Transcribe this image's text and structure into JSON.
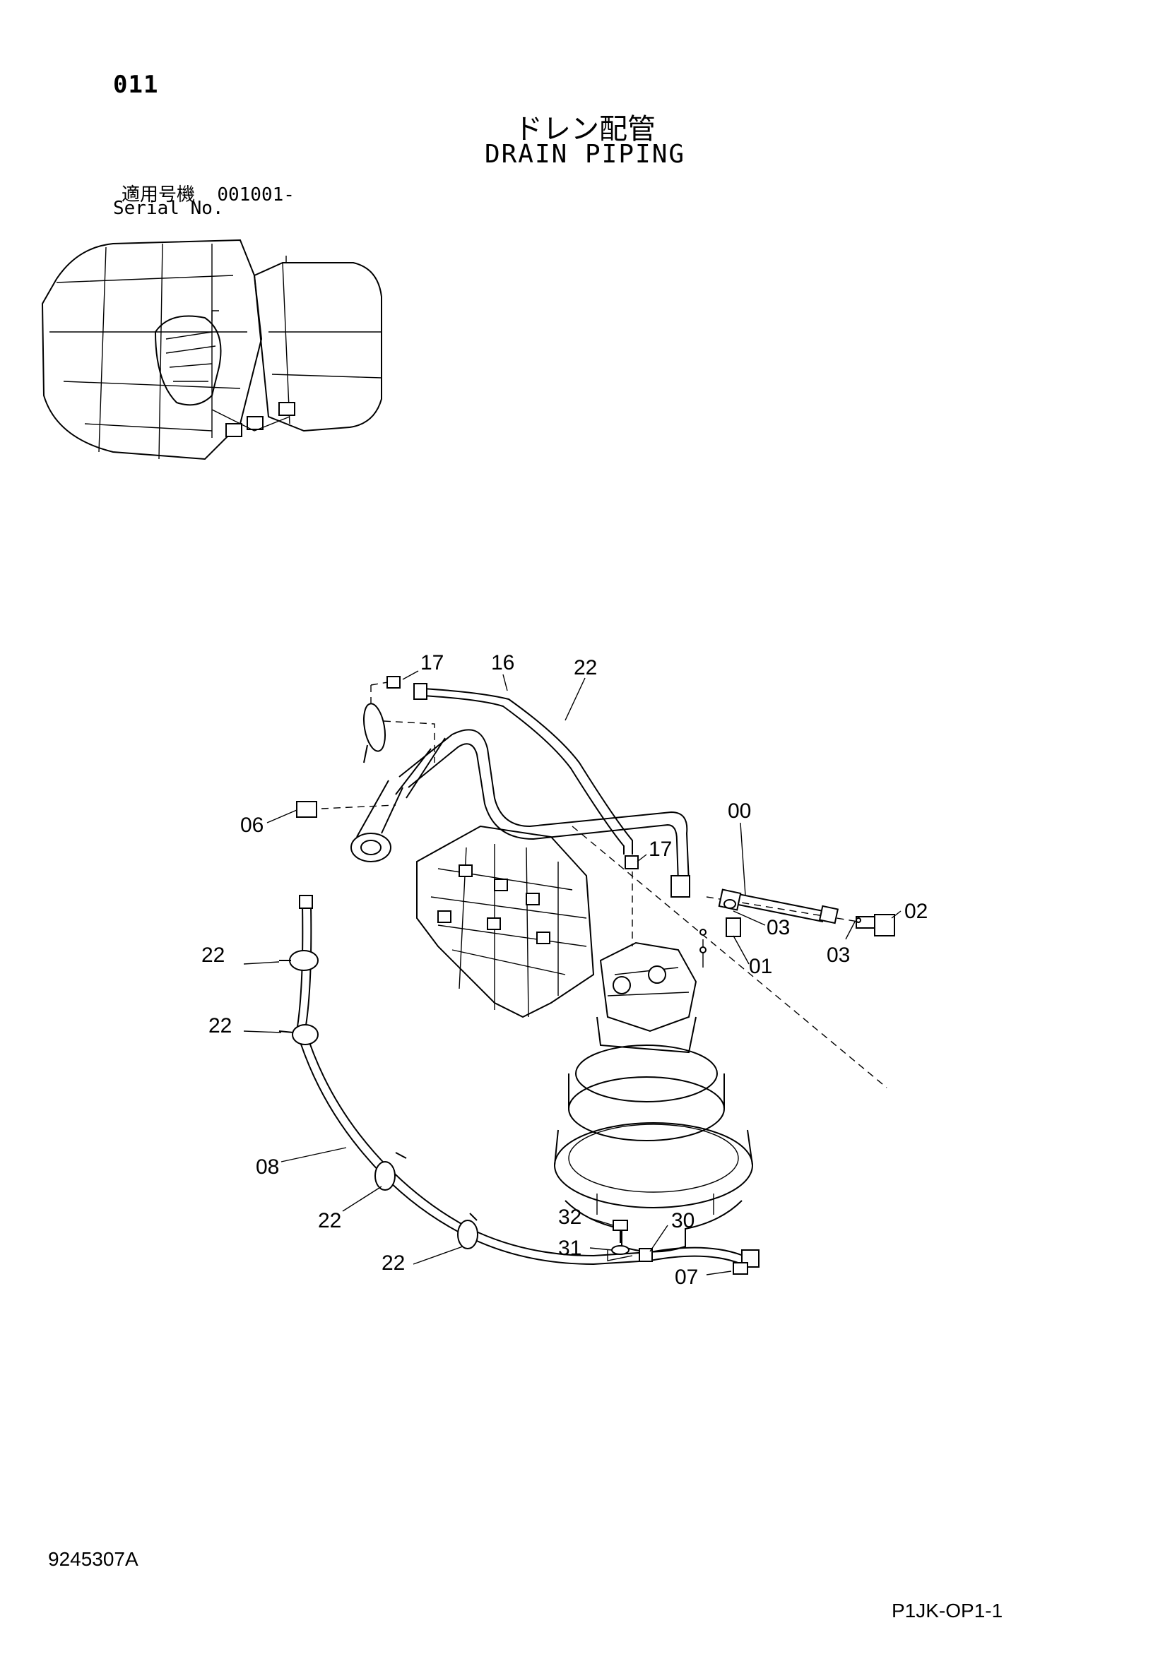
{
  "header": {
    "page_number": "011",
    "title_jp": "ドレン配管",
    "title_en": "DRAIN PIPING",
    "serial_label_jp": "適用号機",
    "serial_value": "001001-",
    "serial_label_en": "Serial No."
  },
  "callouts": [
    {
      "id": "c-17a",
      "label": "17"
    },
    {
      "id": "c-16",
      "label": "16"
    },
    {
      "id": "c-22a",
      "label": "22"
    },
    {
      "id": "c-06",
      "label": "06"
    },
    {
      "id": "c-00",
      "label": "00"
    },
    {
      "id": "c-17b",
      "label": "17"
    },
    {
      "id": "c-02",
      "label": "02"
    },
    {
      "id": "c-03a",
      "label": "03"
    },
    {
      "id": "c-03b",
      "label": "03"
    },
    {
      "id": "c-01",
      "label": "01"
    },
    {
      "id": "c-22b",
      "label": "22"
    },
    {
      "id": "c-22c",
      "label": "22"
    },
    {
      "id": "c-08",
      "label": "08"
    },
    {
      "id": "c-22d",
      "label": "22"
    },
    {
      "id": "c-22e",
      "label": "22"
    },
    {
      "id": "c-32",
      "label": "32"
    },
    {
      "id": "c-31",
      "label": "31"
    },
    {
      "id": "c-30",
      "label": "30"
    },
    {
      "id": "c-07",
      "label": "07"
    }
  ],
  "footer": {
    "doc_number": "9245307A",
    "page_code": "P1JK-OP1-1"
  }
}
